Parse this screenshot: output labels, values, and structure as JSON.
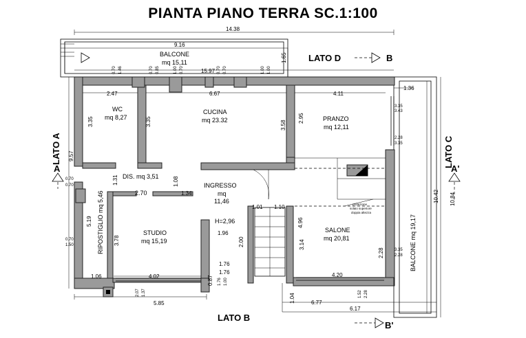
{
  "title": "PIANTA PIANO TERRA SC.1:100",
  "sides": {
    "lato_a": "LATO A",
    "lato_b": "LATO B",
    "lato_c": "LATO C",
    "lato_d": "LATO D"
  },
  "sections": {
    "a": "A",
    "a_prime": "A'",
    "b": "B",
    "b_prime": "B'"
  },
  "rooms": {
    "balcone_top_name": "BALCONE",
    "balcone_top_area": "mq 15,11",
    "wc_name": "WC",
    "wc_area": "mq 8,27",
    "cucina_name": "CUCINA",
    "cucina_area": "mq 23.32",
    "pranzo_name": "PRANZO",
    "pranzo_area": "mq 12,11",
    "dis": "DIS. mq 3,51",
    "ingresso_name": "INGRESSO",
    "ingresso_mq": "mq",
    "ingresso_area": "11,46",
    "ripostiglio": "RIPOSTIGLIO mq 5,46",
    "studio_name": "STUDIO",
    "studio_area": "mq 15,19",
    "salone_name": "SALONE",
    "salone_area": "mq 20,81",
    "balcone_right": "BALCONE mq 19,17",
    "height": "H=2,96",
    "note_1": "protezione",
    "note_2": "solaio superiore",
    "note_3": "doppia altezza"
  },
  "dims": {
    "d1438": "14.38",
    "d916": "9.16",
    "d165": "1.65",
    "d1597": "15.97",
    "d247": "2.47",
    "d667": "6.67",
    "d411": "4.11",
    "d136": "1.36",
    "d335a": "3.35",
    "d335b": "3.35",
    "d358": "3.58",
    "d295": "2.95",
    "d957": "9.57",
    "d131": "1.31",
    "d108": "1.08",
    "d270": "2.70",
    "d134": "1.34",
    "d101": "1.01",
    "d110": "1.10",
    "d519": "5.19",
    "d378": "3.78",
    "d196": "1.96",
    "d200": "2.00",
    "d314": "3.14",
    "d496": "4.96",
    "d228a": "2.28",
    "d1042": "10.42",
    "d1084": "10.84",
    "d106": "1.06",
    "d402": "4.02",
    "d176a": "1.76",
    "d176b": "1.76",
    "d087": "0.87",
    "d420": "4.20",
    "d585": "5.85",
    "d677": "6.77",
    "d617": "6.17",
    "d104": "1.04",
    "s_070a": "0.70",
    "s_070b": "0.70",
    "s_070c": "0.70",
    "s_150": "1.50",
    "s_070d": "0.70",
    "s_085": "0.85",
    "s_100a": "1.00",
    "s_100b": "1.00",
    "s_070e": "0.70",
    "s_070f": "0.70",
    "s_146": "1.46",
    "s_070g": "0.70",
    "s_070h": "0.70",
    "s_100c": "1.00",
    "s_100d": "1.00",
    "s_335a": "3.35",
    "s_343": "3.43",
    "s_228a": "2.28",
    "s_335b": "3.35",
    "s_335c": "3.35",
    "s_228b": "2.28",
    "s_207": "2.07",
    "s_137": "1.37",
    "s_176": "1.76",
    "s_100e": "1.00",
    "s_152": "1.52",
    "s_228c": "2.28"
  }
}
